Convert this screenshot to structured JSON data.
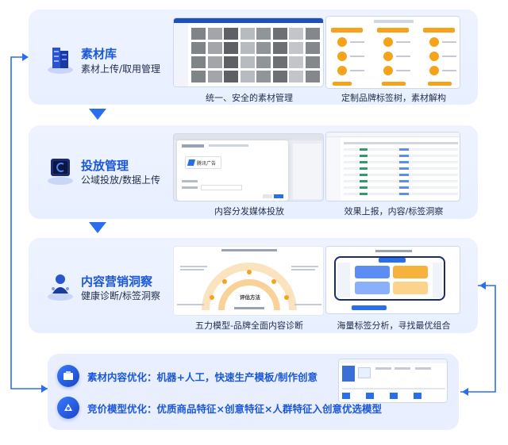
{
  "stages": [
    {
      "title": "素材库",
      "subtitle": "素材上传/取用管理",
      "left_caption": "统一、安全的素材管理",
      "right_caption": "定制品牌标签树，素材解构"
    },
    {
      "title": "投放管理",
      "subtitle": "公域投放/数据上传",
      "left_caption": "内容分发媒体投放",
      "right_caption": "效果上报，内容/标签洞察",
      "dialog_brand": "腾讯广告"
    },
    {
      "title": "内容营销洞察",
      "subtitle": "健康诊断/标签洞察",
      "left_caption": "五力模型-品牌全面内容诊断",
      "right_caption": "海量标签分析，寻找最优组合",
      "five_force_center": "评估方法"
    }
  ],
  "optimizations": [
    {
      "text": "素材内容优化：机器+人工，快速生产模板/制作创意"
    },
    {
      "text": "竞价模型优化：优质商品特征×创意特征×人群特征入创意优选模型"
    }
  ],
  "colors": {
    "accent": "#1b58d8",
    "arrow": "#2a6ef0",
    "panel": "#eef3ff",
    "tag_orange": "#f7a21b"
  }
}
